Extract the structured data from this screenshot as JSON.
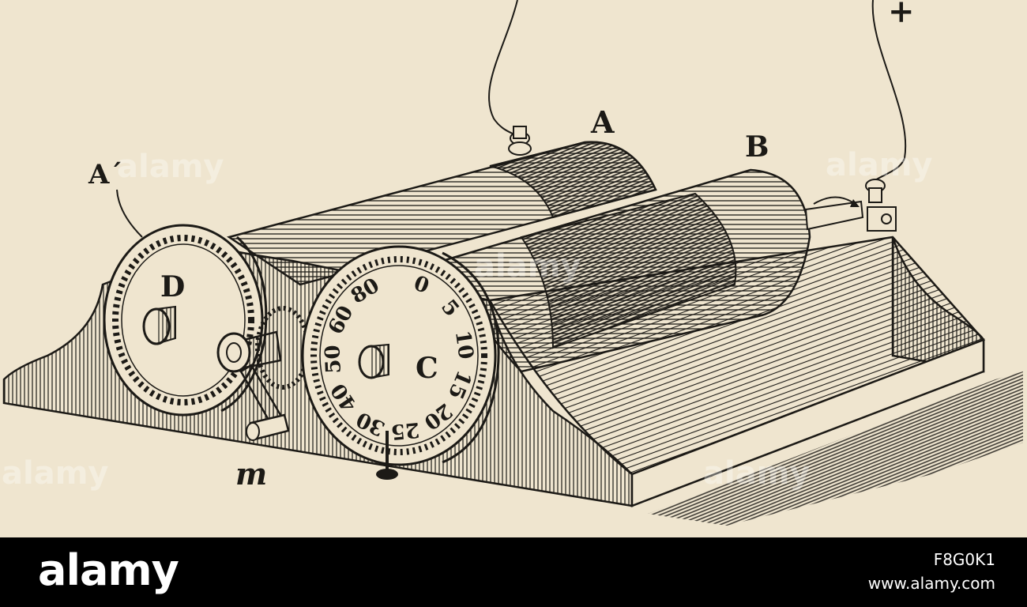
{
  "figure": {
    "labels": {
      "a_top": "A",
      "a_prime": "A´",
      "b": "B",
      "c": "C",
      "d": "D",
      "m": "m",
      "plus": "+"
    },
    "dial_c_numbers": [
      "0",
      "5",
      "10",
      "15",
      "20",
      "25",
      "30",
      "40",
      "50",
      "60",
      "80"
    ],
    "watermark_text": "alamy"
  },
  "footer": {
    "brand": "alamy",
    "image_id": "F8G0K1",
    "site": "www.alamy.com"
  },
  "colors": {
    "paper": "#efe5cf",
    "ink": "#1c1a16",
    "footer": "#000000"
  }
}
